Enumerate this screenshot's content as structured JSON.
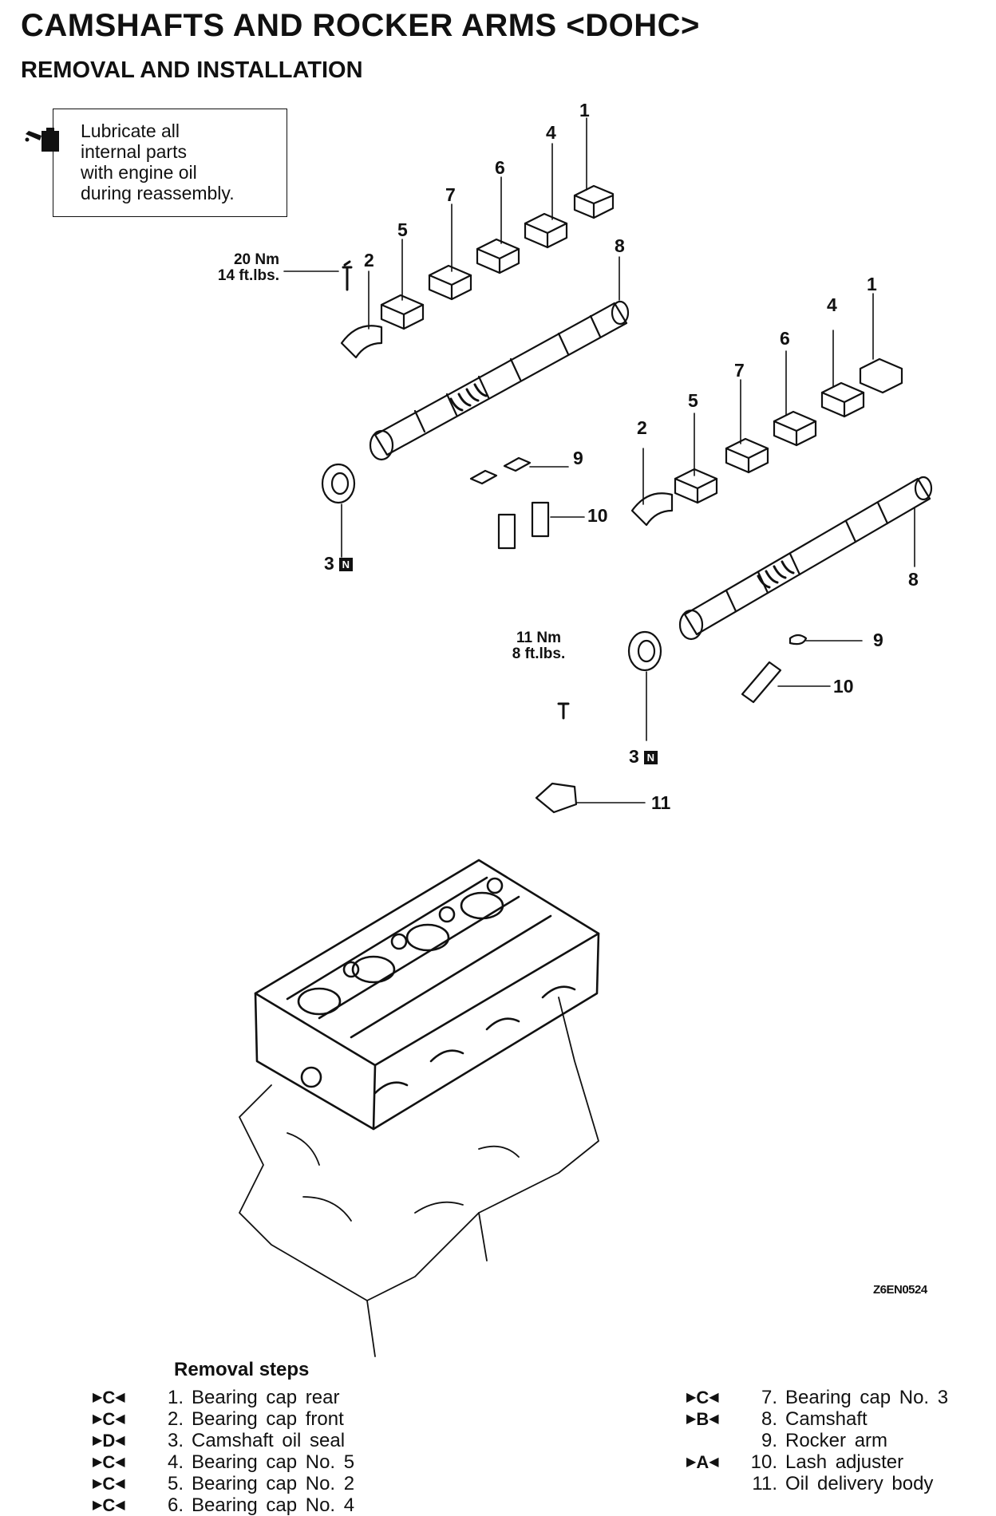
{
  "page": {
    "title": "CAMSHAFTS AND ROCKER ARMS <DOHC>",
    "subtitle": "REMOVAL AND INSTALLATION"
  },
  "note": {
    "lines": [
      "Lubricate all",
      "internal parts",
      "with engine oil",
      "during reassembly."
    ],
    "icon": "oil-can-icon"
  },
  "diagram": {
    "labels": {
      "upper_1": "1",
      "upper_4": "4",
      "upper_6": "6",
      "upper_7": "7",
      "upper_5": "5",
      "upper_2": "2",
      "upper_8": "8",
      "upper_3": "3",
      "lower_1": "1",
      "lower_4": "4",
      "lower_6": "6",
      "lower_7": "7",
      "lower_5": "5",
      "lower_2": "2",
      "lower_9a": "9",
      "lower_10a": "10",
      "lower_8": "8",
      "lower_9b": "9",
      "lower_10b": "10",
      "lower_3": "3",
      "lower_11": "11",
      "n_mark": "N"
    },
    "torque_1": {
      "nm": "20 Nm",
      "ftlbs": "14 ft.lbs."
    },
    "torque_2": {
      "nm": "11 Nm",
      "ftlbs": "8 ft.lbs."
    },
    "code": "Z6EN0524"
  },
  "removal_steps": {
    "title": "Removal steps",
    "left": [
      {
        "mark": "C",
        "num": "1.",
        "text": "Bearing cap rear"
      },
      {
        "mark": "C",
        "num": "2.",
        "text": "Bearing cap front"
      },
      {
        "mark": "D",
        "num": "3.",
        "text": "Camshaft oil seal"
      },
      {
        "mark": "C",
        "num": "4.",
        "text": "Bearing cap No. 5"
      },
      {
        "mark": "C",
        "num": "5.",
        "text": "Bearing cap No. 2"
      },
      {
        "mark": "C",
        "num": "6.",
        "text": "Bearing cap No. 4"
      }
    ],
    "right": [
      {
        "mark": "C",
        "num": "7.",
        "text": "Bearing cap No. 3"
      },
      {
        "mark": "B",
        "num": "8.",
        "text": "Camshaft"
      },
      {
        "mark": "",
        "num": "9.",
        "text": "Rocker arm"
      },
      {
        "mark": "A",
        "num": "10.",
        "text": "Lash adjuster"
      },
      {
        "mark": "",
        "num": "11.",
        "text": "Oil delivery body"
      }
    ]
  },
  "colors": {
    "ink": "#111111",
    "paper": "#ffffff"
  }
}
